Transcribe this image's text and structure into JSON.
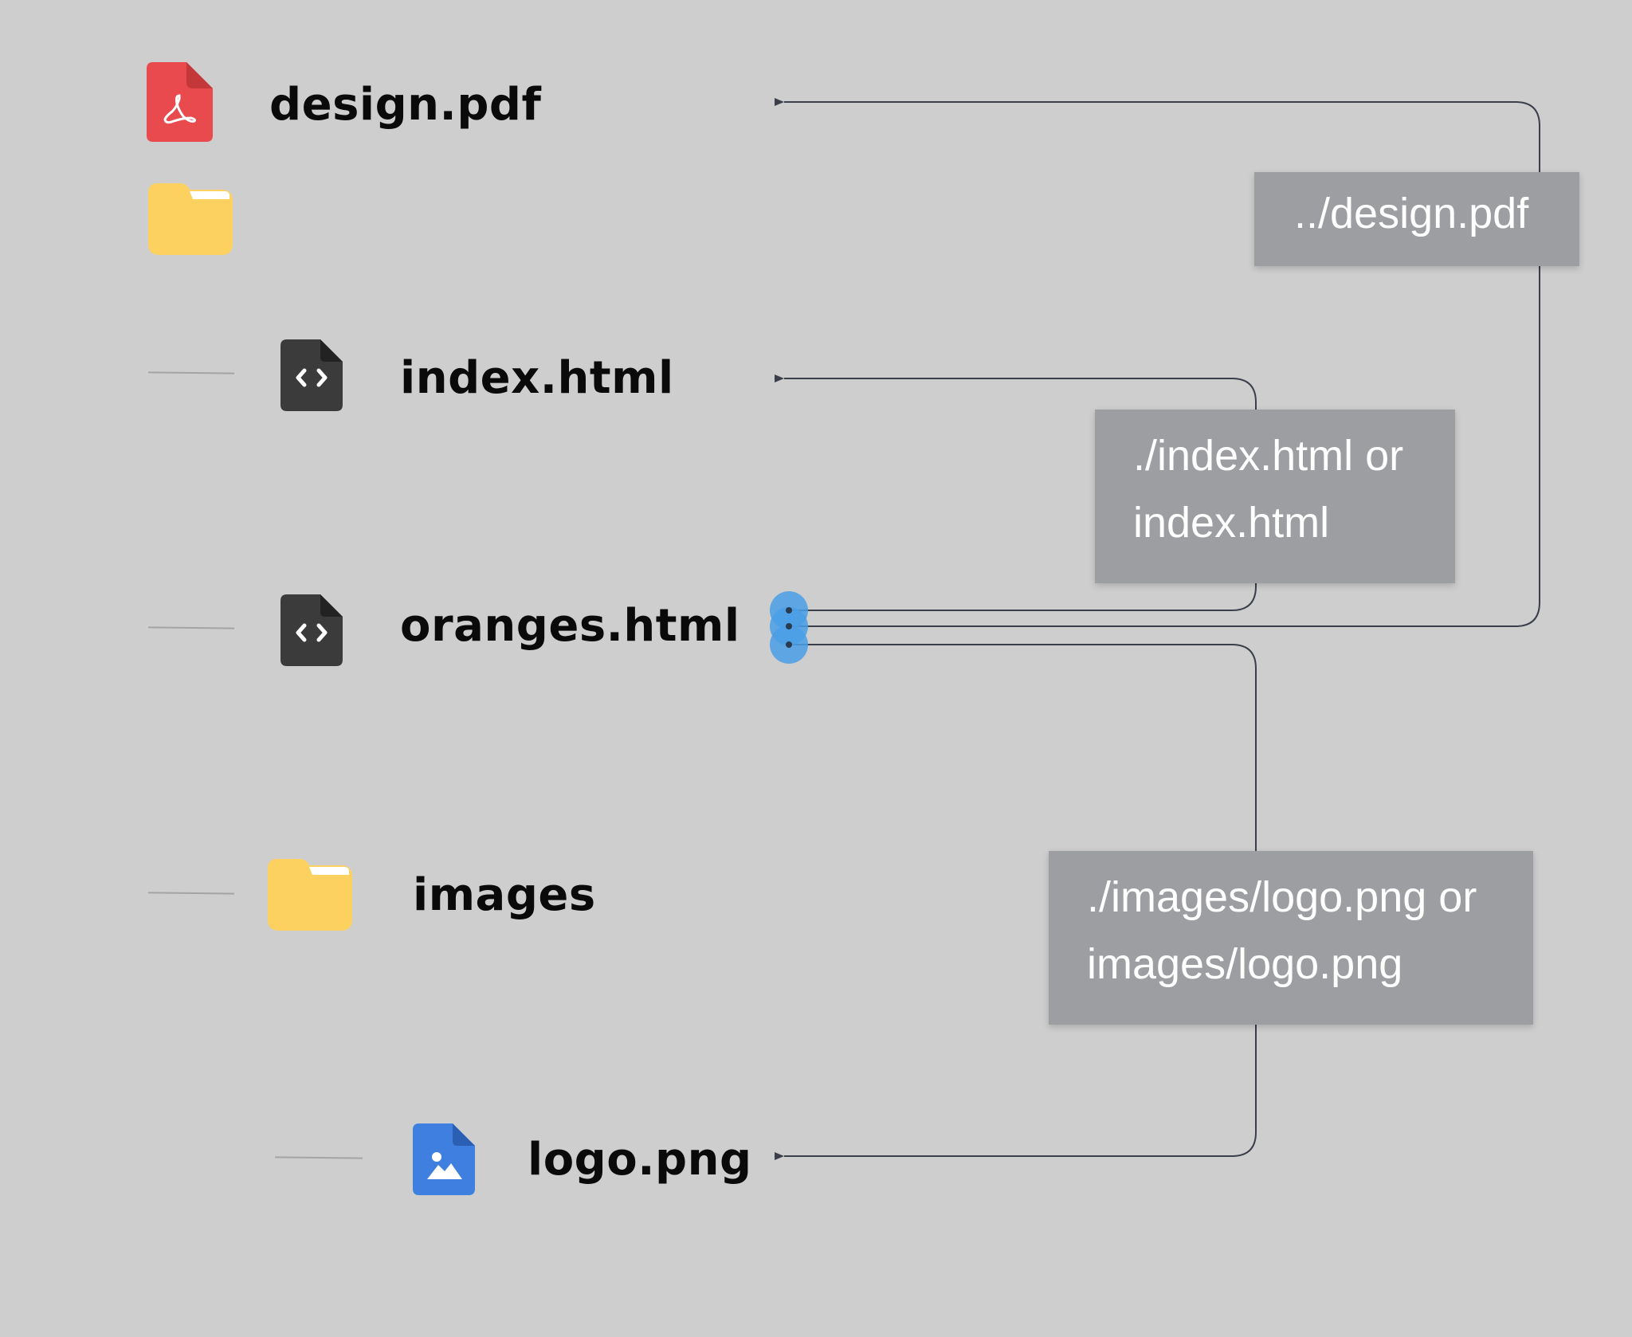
{
  "files": {
    "design_pdf": {
      "name": "design.pdf",
      "icon": "pdf-file-icon",
      "color": "#e84a4d"
    },
    "root_folder": {
      "icon": "folder-icon",
      "color": "#fdd15f"
    },
    "index_html": {
      "name": "index.html",
      "icon": "code-file-icon",
      "color": "#3b3b3b"
    },
    "oranges_html": {
      "name": "oranges.html",
      "icon": "code-file-icon",
      "color": "#3b3b3b"
    },
    "images_folder": {
      "name": "images",
      "icon": "folder-icon",
      "color": "#fdd15f"
    },
    "logo_png": {
      "name": "logo.png",
      "icon": "image-file-icon",
      "color": "#3e7fe0"
    }
  },
  "paths": {
    "design_pdf": {
      "line1": "../design.pdf"
    },
    "index_html": {
      "line1": "./index.html or",
      "line2": "index.html"
    },
    "logo_png": {
      "line1": "./images/logo.png or",
      "line2": "images/logo.png"
    }
  },
  "colors": {
    "background": "#cecece",
    "connector": "#3a3f4a",
    "port": "#4a9de6",
    "path_box": "#9d9ea2"
  }
}
